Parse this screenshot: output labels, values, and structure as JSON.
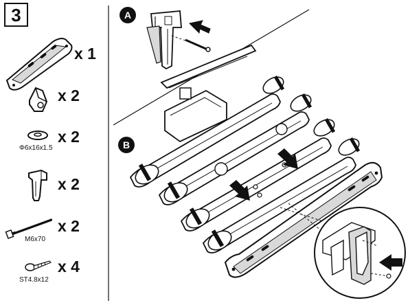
{
  "step": {
    "number": "3"
  },
  "parts": [
    {
      "name": "lamp-bracket",
      "quantity": "x 1",
      "spec": ""
    },
    {
      "name": "clip",
      "quantity": "x 2",
      "spec": ""
    },
    {
      "name": "washer",
      "quantity": "x 2",
      "spec": "Φ6x16x1.5"
    },
    {
      "name": "hook",
      "quantity": "x 2",
      "spec": ""
    },
    {
      "name": "bolt",
      "quantity": "x 2",
      "spec": "M6x70"
    },
    {
      "name": "screw",
      "quantity": "x 4",
      "spec": "ST4.8x12"
    }
  ],
  "panels": {
    "a": "A",
    "b": "B"
  },
  "colors": {
    "ink": "#111111",
    "paper": "#ffffff",
    "shade": "#d9d9d9"
  }
}
